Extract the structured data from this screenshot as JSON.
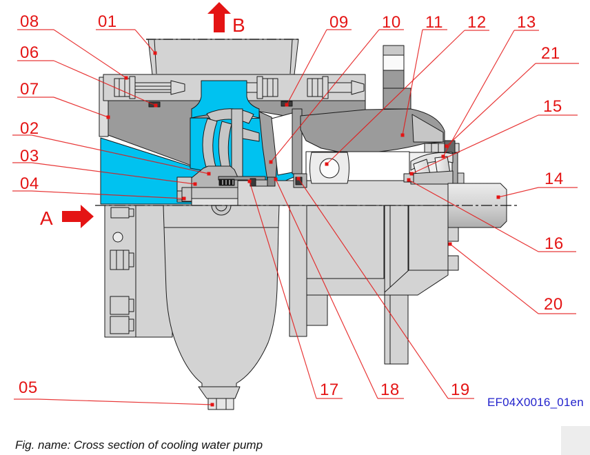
{
  "figure": {
    "code": "EF04X0016_01en",
    "caption": "Fig. name: Cross section of cooling water pump"
  },
  "arrows": {
    "b": {
      "label": "B",
      "direction": "up"
    },
    "a": {
      "label": "A",
      "direction": "right"
    }
  },
  "colors": {
    "accent_red": "#e41414",
    "water_cyan": "#00c2f0",
    "code_blue": "#2222cc"
  },
  "callouts": [
    {
      "id": "01",
      "label": [
        142,
        20
      ],
      "landing": [
        139,
        196,
        43
      ],
      "attach": "right",
      "target": [
        225,
        77
      ]
    },
    {
      "id": "02",
      "label": [
        29,
        175
      ],
      "landing": [
        18,
        46,
        196
      ],
      "attach": "right",
      "target": [
        303,
        252
      ]
    },
    {
      "id": "03",
      "label": [
        29,
        215
      ],
      "landing": [
        18,
        46,
        236
      ],
      "attach": "right",
      "target": [
        283,
        267
      ]
    },
    {
      "id": "04",
      "label": [
        29,
        255
      ],
      "landing": [
        18,
        46,
        277
      ],
      "attach": "right",
      "target": [
        267,
        288
      ]
    },
    {
      "id": "05",
      "label": [
        27,
        551
      ],
      "landing": [
        20,
        55,
        579
      ],
      "attach": "right",
      "target": [
        308,
        587
      ]
    },
    {
      "id": "06",
      "label": [
        29,
        65
      ],
      "landing": [
        25,
        78,
        88
      ],
      "attach": "right",
      "target": [
        226,
        153
      ]
    },
    {
      "id": "07",
      "label": [
        29,
        118
      ],
      "landing": [
        25,
        78,
        141
      ],
      "attach": "right",
      "target": [
        157,
        170
      ]
    },
    {
      "id": "08",
      "label": [
        29,
        20
      ],
      "landing": [
        25,
        78,
        43
      ],
      "attach": "right",
      "target": [
        183,
        113
      ]
    },
    {
      "id": "09",
      "label": [
        478,
        21
      ],
      "landing": [
        474,
        510,
        43
      ],
      "attach": "left",
      "target": [
        416,
        152
      ]
    },
    {
      "id": "10",
      "label": [
        554,
        21
      ],
      "landing": [
        550,
        586,
        43
      ],
      "attach": "left",
      "target": [
        393,
        235
      ]
    },
    {
      "id": "11",
      "label": [
        617,
        21
      ],
      "landing": [
        613,
        649,
        43
      ],
      "attach": "left",
      "target": [
        584,
        196
      ]
    },
    {
      "id": "12",
      "label": [
        678,
        21
      ],
      "landing": [
        674,
        710,
        44
      ],
      "attach": "left",
      "target": [
        474,
        238
      ]
    },
    {
      "id": "13",
      "label": [
        750,
        21
      ],
      "landing": [
        746,
        782,
        44
      ],
      "attach": "left",
      "target": [
        643,
        227
      ]
    },
    {
      "id": "14",
      "label": [
        790,
        248
      ],
      "landing": [
        781,
        838,
        272
      ],
      "attach": "left",
      "target": [
        723,
        286
      ]
    },
    {
      "id": "15",
      "label": [
        788,
        143
      ],
      "landing": [
        781,
        838,
        167
      ],
      "attach": "left",
      "target": [
        597,
        252
      ]
    },
    {
      "id": "16",
      "label": [
        790,
        342
      ],
      "landing": [
        781,
        836,
        365
      ],
      "attach": "left",
      "target": [
        593,
        261
      ]
    },
    {
      "id": "17",
      "label": [
        464,
        554
      ],
      "landing": [
        459,
        497,
        578
      ],
      "attach": "left",
      "target": [
        362,
        263
      ]
    },
    {
      "id": "18",
      "label": [
        552,
        554
      ],
      "landing": [
        548,
        586,
        578
      ],
      "attach": "left",
      "target": [
        400,
        260
      ]
    },
    {
      "id": "19",
      "label": [
        654,
        554
      ],
      "landing": [
        650,
        688,
        578
      ],
      "attach": "left",
      "target": [
        433,
        259
      ]
    },
    {
      "id": "20",
      "label": [
        789,
        430
      ],
      "landing": [
        781,
        836,
        455
      ],
      "attach": "left",
      "target": [
        653,
        354
      ]
    },
    {
      "id": "21",
      "label": [
        785,
        66
      ],
      "landing": [
        777,
        840,
        92
      ],
      "attach": "left",
      "target": [
        648,
        212
      ]
    }
  ]
}
